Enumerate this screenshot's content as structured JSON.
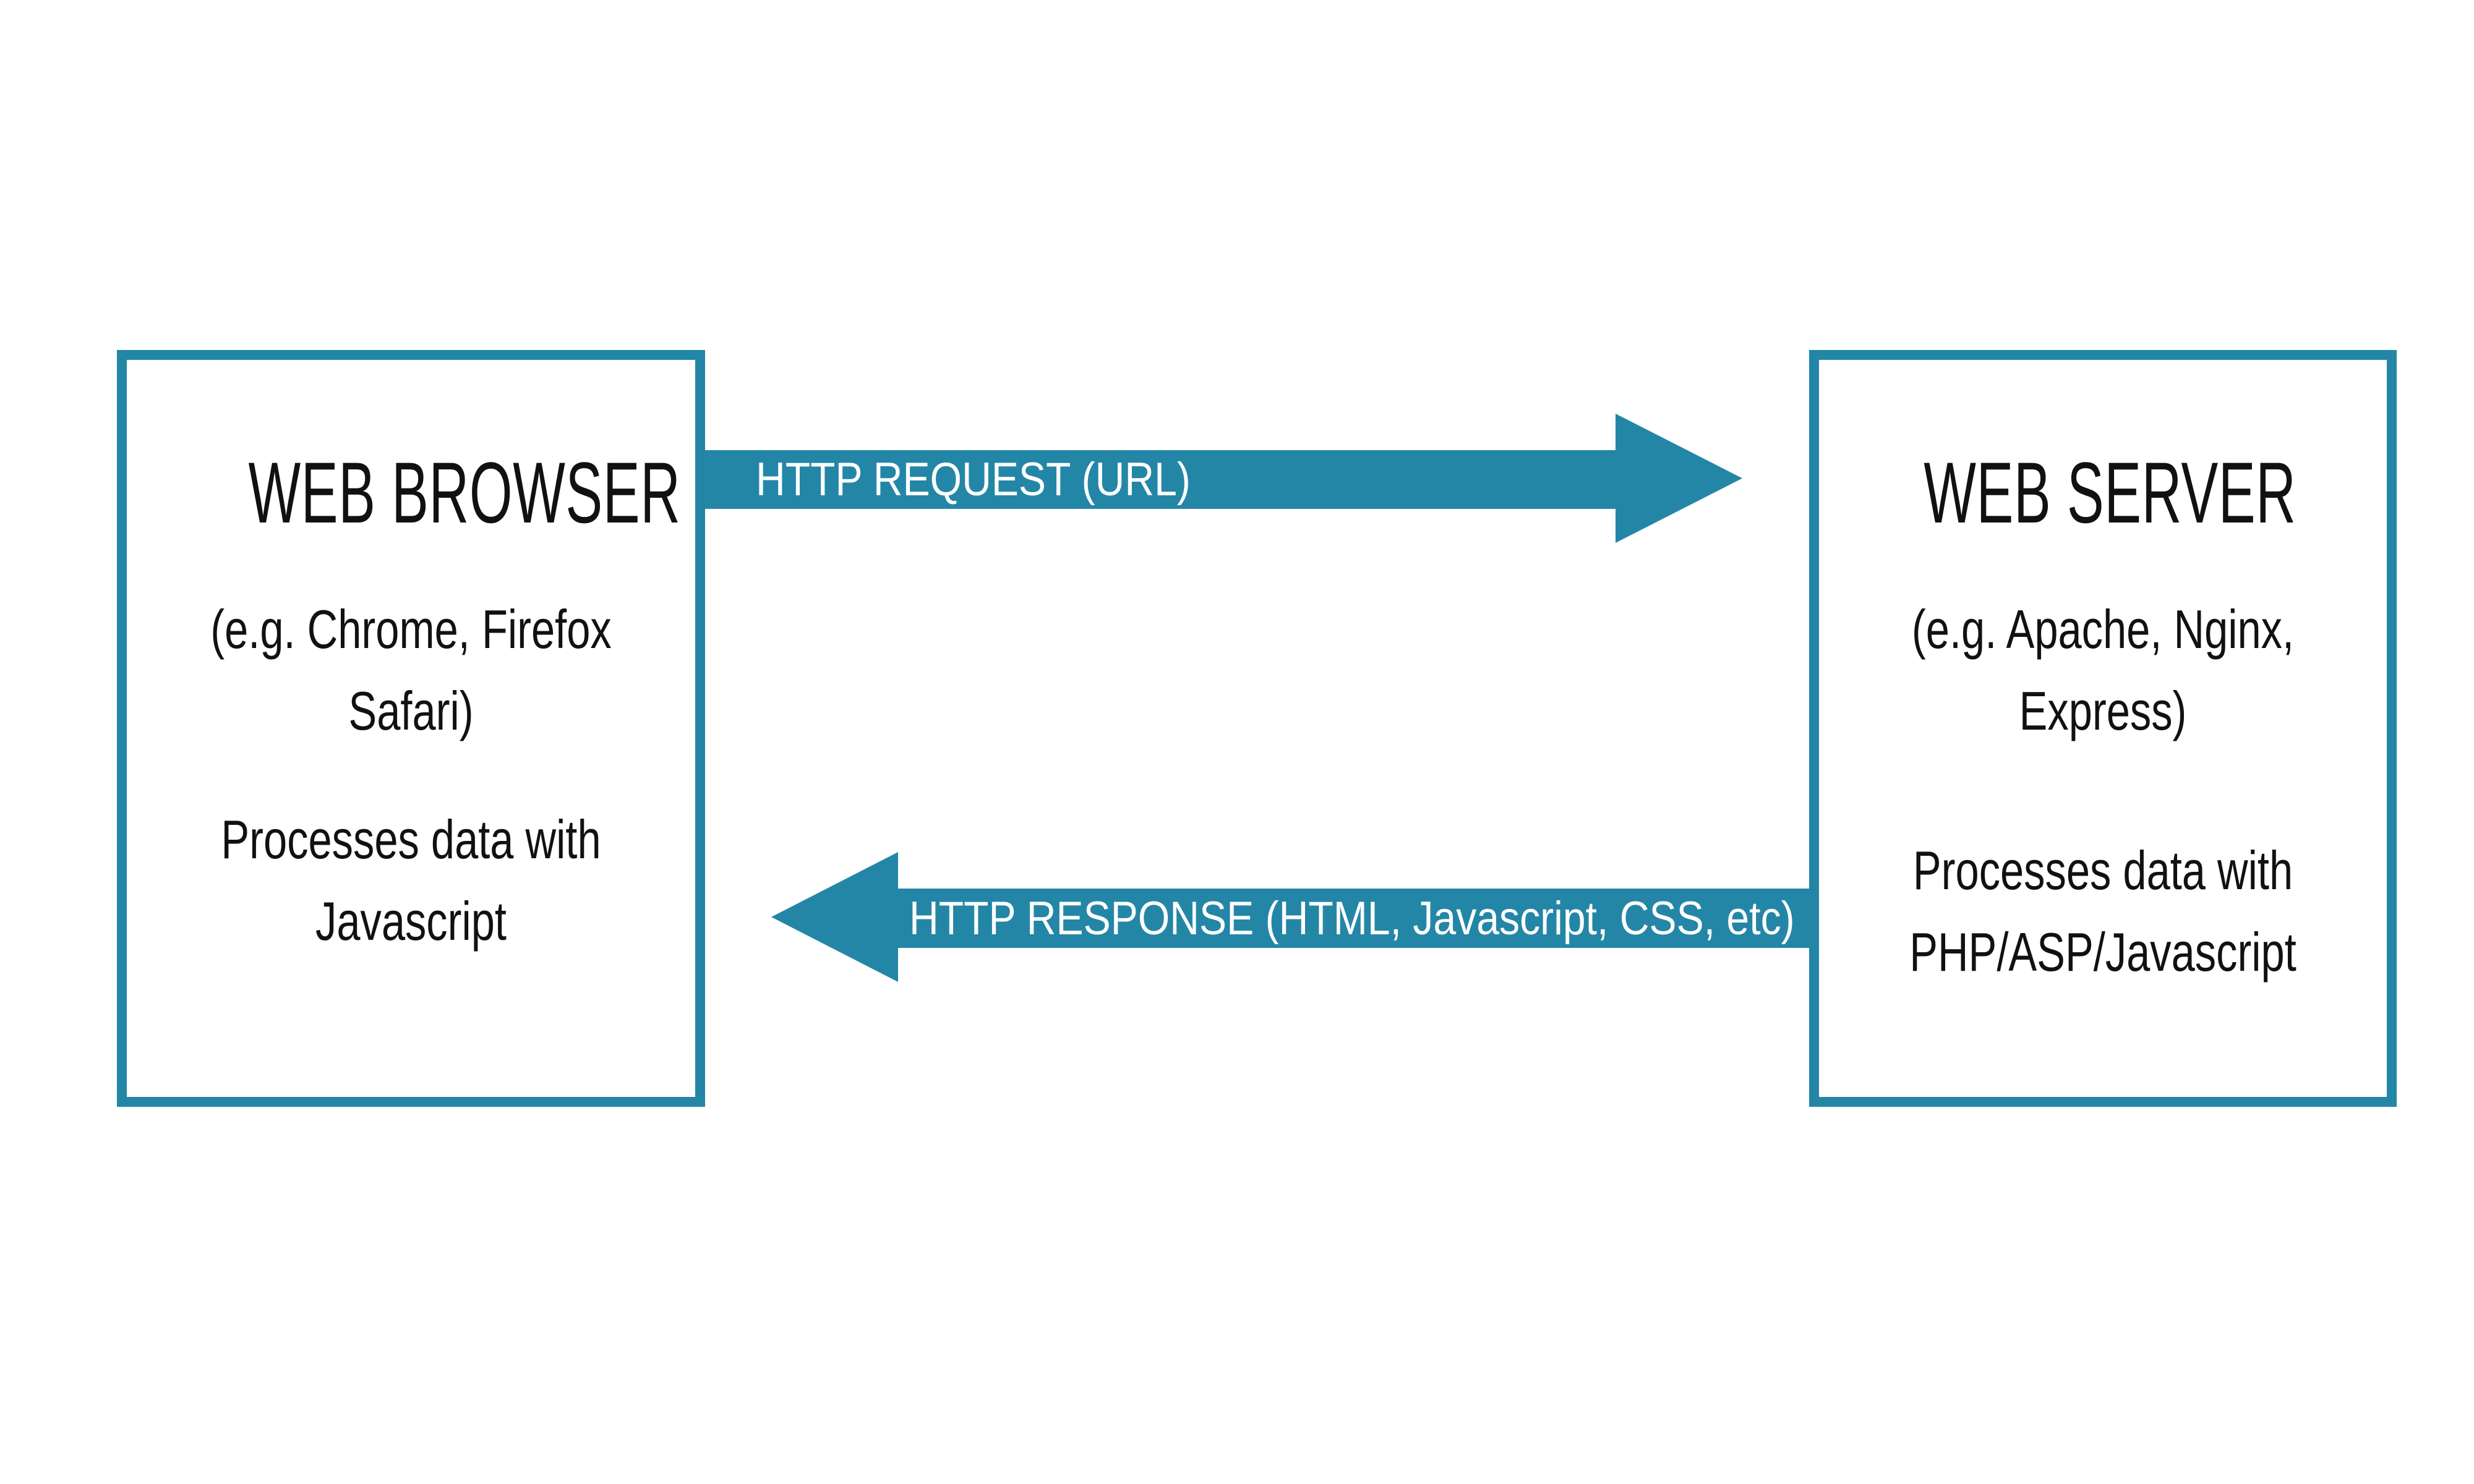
{
  "colors": {
    "accent_teal": "#2486A7",
    "background": "#FFFFFF",
    "text": "#111111",
    "arrow_label_text": "#FFFFFF"
  },
  "browser_box": {
    "title": "WEB BROWSER",
    "subtitle_lines": [
      "(e.g. Chrome, Firefox",
      "Safari)"
    ],
    "body_lines": [
      "Processes data with",
      "Javascript"
    ]
  },
  "server_box": {
    "title": "WEB SERVER",
    "subtitle_lines": [
      "(e.g. Apache, Nginx,",
      "Express)"
    ],
    "body_lines": [
      "Processes data with",
      "PHP/ASP/Javascript"
    ]
  },
  "arrows": {
    "request": {
      "label": "HTTP REQUEST (URL)",
      "direction": "right"
    },
    "response": {
      "label": "HTTP RESPONSE (HTML, Javascript, CSS, etc)",
      "direction": "left"
    }
  }
}
